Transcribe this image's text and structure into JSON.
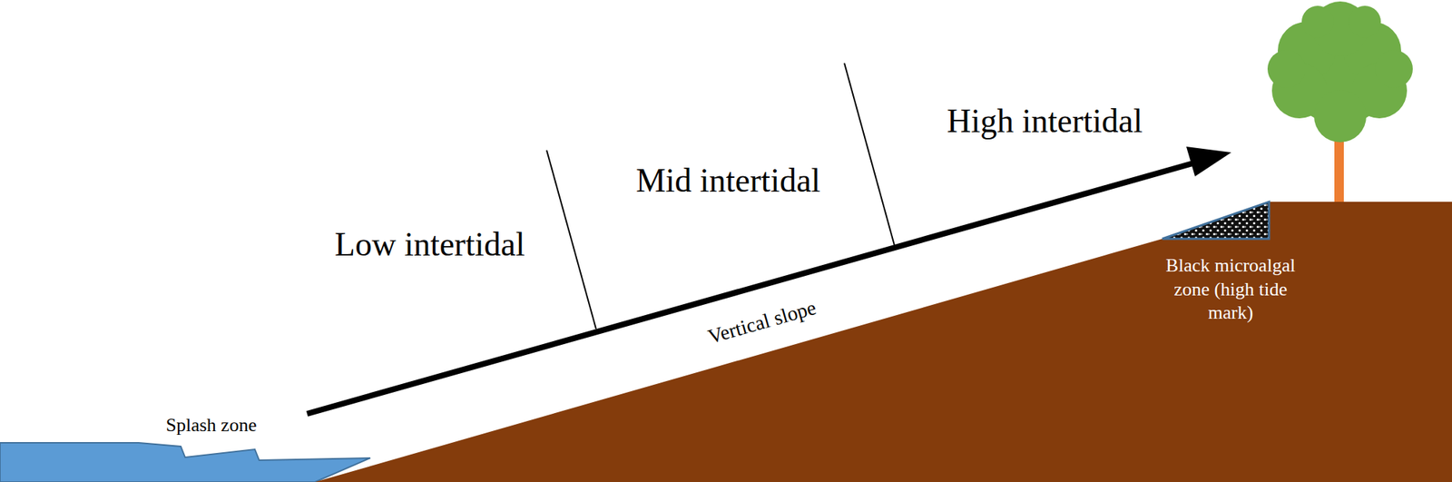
{
  "diagram": {
    "labels": [
      "Low intertidal",
      "Mid intertidal",
      "High intertidal",
      "Vertical slope",
      "Splash zone",
      "Black microalgal zone (high tide mark)"
    ]
  }
}
